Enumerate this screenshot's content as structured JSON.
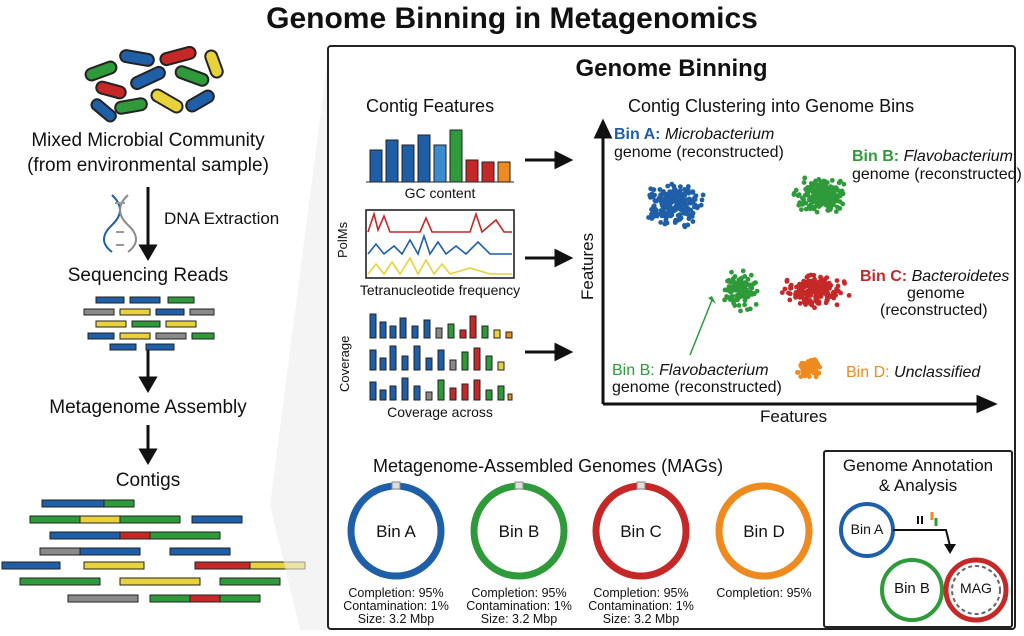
{
  "title": "Genome Binning in Metagenomics",
  "left": {
    "community": [
      "Mixed Microbial Community",
      "(from environmental sample)"
    ],
    "extraction": "DNA Extraction",
    "reads": "Sequencing Reads",
    "assembly": "Metagenome Assembly",
    "contigs": "Contigs"
  },
  "panel": {
    "title": "Genome Binning",
    "features_title": "Contig Features",
    "gc": "GC content",
    "polms": "PolMs",
    "tetra": "Tetranucleotide frequency",
    "coverage_axis": "Coverage",
    "coverage": "Coverage across",
    "cluster_title": "Contig Clustering into Genome Bins",
    "x_axis": "Features",
    "y_axis": "Features",
    "binA": {
      "name": "Bin A:",
      "taxon": "Microbacterium",
      "sub": "genome (reconstructed)"
    },
    "binB_top": {
      "name": "Bin B:",
      "taxon": "Flavobacterium",
      "sub": "genome (reconstructed)"
    },
    "binC": {
      "name": "Bin C:",
      "taxon": "Bacteroidetes",
      "sub1": "genome",
      "sub2": "(reconstructed)"
    },
    "binB_bottom": {
      "name": "Bin B:",
      "taxon": "Flavobacterium",
      "sub": "genome (reconstructed)"
    },
    "binD": {
      "name": "Bin D:",
      "taxon": "Unclassified"
    },
    "mags_title": "Metagenome-Assembled Genomes (MAGs)",
    "mags": [
      {
        "label": "Bin A",
        "color": "#1f5fa8",
        "stats": [
          "Completion: 95%",
          "Contamination: 1%",
          "Size: 3.2 Mbp"
        ]
      },
      {
        "label": "Bin B",
        "color": "#2e9a3a",
        "stats": [
          "Completion: 95%",
          "Contamination: 1%",
          "Size: 3.2 Mbp"
        ]
      },
      {
        "label": "Bin C",
        "color": "#c62828",
        "stats": [
          "Completion: 95%",
          "Contamination: 1%",
          "Size: 3.2 Mbp"
        ]
      },
      {
        "label": "Bin D",
        "color": "#ee8a1e",
        "stats": [
          "Completion: 95%"
        ]
      }
    ],
    "annotation_title": [
      "Genome Annotation",
      "& Analysis"
    ],
    "annotation_bins": [
      "Bin A",
      "Bin B",
      "MAG"
    ]
  },
  "colors": {
    "blue": "#1f5fa8",
    "green": "#2e9a3a",
    "red": "#c62828",
    "orange": "#ee8a1e",
    "yellow": "#e8d23a",
    "gray": "#8a8a8a"
  }
}
